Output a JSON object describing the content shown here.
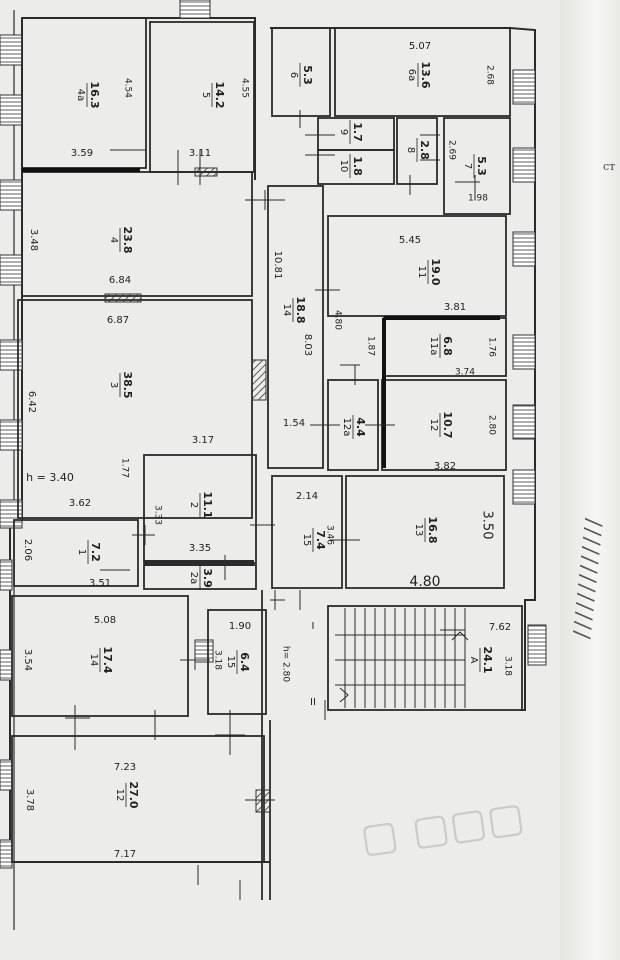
{
  "plan": {
    "rooms": [
      {
        "id": "r1",
        "num": "4a",
        "area": "16.3"
      },
      {
        "id": "r2",
        "num": "5",
        "area": "14.2"
      },
      {
        "id": "r3",
        "num": "4",
        "area": "23.8"
      },
      {
        "id": "r4",
        "num": "3",
        "area": "38.5"
      },
      {
        "id": "r5",
        "num": "2",
        "area": "11.1"
      },
      {
        "id": "r6",
        "num": "2a",
        "area": "3.9"
      },
      {
        "id": "r7",
        "num": "1",
        "area": "7.2"
      },
      {
        "id": "r8",
        "num": "6",
        "area": "5.3"
      },
      {
        "id": "r9",
        "num": "6a",
        "area": "13.6"
      },
      {
        "id": "r10",
        "num": "9",
        "area": "1.7"
      },
      {
        "id": "r11",
        "num": "10",
        "area": "1.8"
      },
      {
        "id": "r12",
        "num": "8",
        "area": "2.8"
      },
      {
        "id": "r13",
        "num": "7",
        "area": "5.3"
      },
      {
        "id": "r14",
        "num": "14",
        "area": "18.8"
      },
      {
        "id": "r15",
        "num": "11",
        "area": "19.0"
      },
      {
        "id": "r16",
        "num": "11a",
        "area": "6.8"
      },
      {
        "id": "r17",
        "num": "12a",
        "area": "4.4"
      },
      {
        "id": "r18",
        "num": "12",
        "area": "10.7"
      },
      {
        "id": "r19",
        "num": "15",
        "area": "7.4"
      },
      {
        "id": "r20",
        "num": "13",
        "area": "16.8"
      },
      {
        "id": "r21",
        "num": "14",
        "area": "17.4"
      },
      {
        "id": "r22",
        "num": "15",
        "area": "6.4"
      },
      {
        "id": "r23",
        "num": "A",
        "area": "24.1"
      },
      {
        "id": "r24",
        "num": "12",
        "area": "27.0"
      }
    ],
    "dimensions": [
      {
        "id": "d1",
        "text": "4.54"
      },
      {
        "id": "d2",
        "text": "4.55"
      },
      {
        "id": "d3",
        "text": "3.59"
      },
      {
        "id": "d4",
        "text": "3.11"
      },
      {
        "id": "d5",
        "text": "5.07"
      },
      {
        "id": "d6",
        "text": "2.68"
      },
      {
        "id": "d7",
        "text": "2.69"
      },
      {
        "id": "d8",
        "text": "1.98"
      },
      {
        "id": "d9",
        "text": "3.48"
      },
      {
        "id": "d10",
        "text": "6.84"
      },
      {
        "id": "d11",
        "text": "10.81"
      },
      {
        "id": "d12",
        "text": "5.45"
      },
      {
        "id": "d13",
        "text": "4.80"
      },
      {
        "id": "d14",
        "text": "3.81"
      },
      {
        "id": "d15",
        "text": "6.87"
      },
      {
        "id": "d16",
        "text": "8.03"
      },
      {
        "id": "d17",
        "text": "1.87"
      },
      {
        "id": "d18",
        "text": "1.76"
      },
      {
        "id": "d19",
        "text": "3.74"
      },
      {
        "id": "d20",
        "text": "6.42"
      },
      {
        "id": "d21",
        "text": "h = 3.40"
      },
      {
        "id": "d22",
        "text": "1.54"
      },
      {
        "id": "d23",
        "text": "2.80"
      },
      {
        "id": "d24",
        "text": "3.17"
      },
      {
        "id": "d25",
        "text": "3.82"
      },
      {
        "id": "d26",
        "text": "1.77"
      },
      {
        "id": "d27",
        "text": "3.62"
      },
      {
        "id": "d28",
        "text": "3.33"
      },
      {
        "id": "d29",
        "text": "2.14"
      },
      {
        "id": "d30",
        "text": "3.46"
      },
      {
        "id": "d31",
        "text": "3.50"
      },
      {
        "id": "d32",
        "text": "3.35"
      },
      {
        "id": "d33",
        "text": "2.06"
      },
      {
        "id": "d34",
        "text": "3.51"
      },
      {
        "id": "d35",
        "text": "4.80"
      },
      {
        "id": "d36",
        "text": "5.08"
      },
      {
        "id": "d37",
        "text": "1.90"
      },
      {
        "id": "d38",
        "text": "7.62"
      },
      {
        "id": "d39",
        "text": "3.54"
      },
      {
        "id": "d40",
        "text": "3.18"
      },
      {
        "id": "d41",
        "text": "h= 2.80"
      },
      {
        "id": "d42",
        "text": "3.18"
      },
      {
        "id": "d43",
        "text": "7.23"
      },
      {
        "id": "d44",
        "text": "3.78"
      },
      {
        "id": "d45",
        "text": "7.17"
      }
    ],
    "stair_marks": [
      {
        "id": "s1",
        "text": "I"
      },
      {
        "id": "s2",
        "text": "II"
      }
    ]
  },
  "colors": {
    "ink": "#2b2b2b",
    "paper": "#ececea",
    "hatch": "#555555"
  }
}
